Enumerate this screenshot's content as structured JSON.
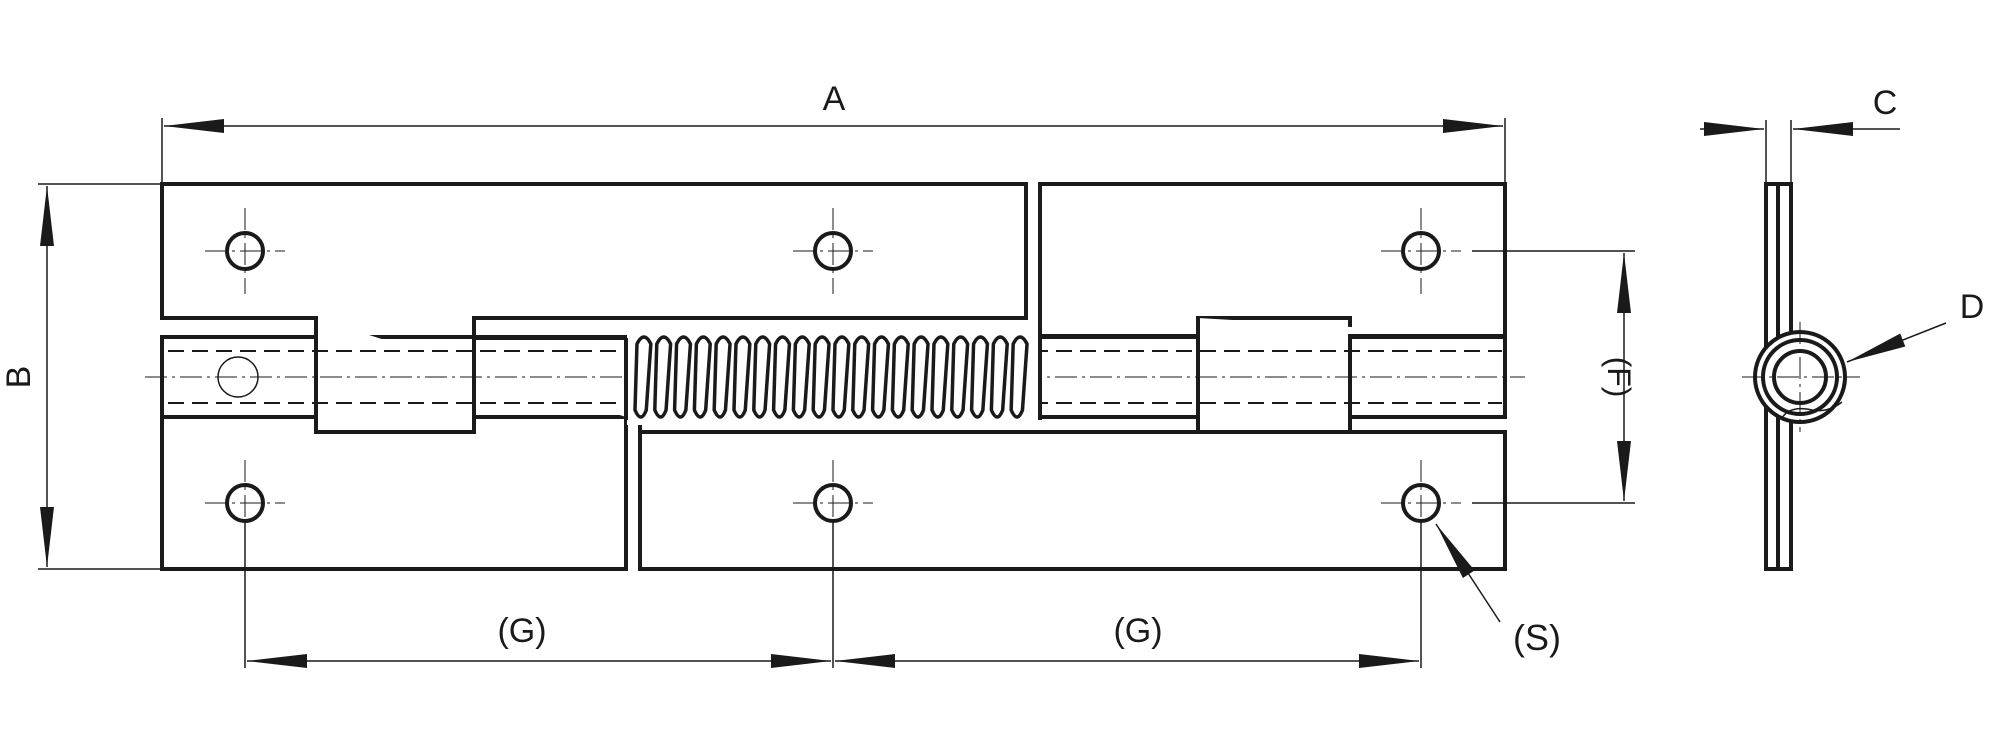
{
  "drawing": {
    "labels": {
      "a": "A",
      "b": "B",
      "c": "C",
      "d": "D",
      "f": "(F)",
      "g_left": "(G)",
      "g_right": "(G)",
      "s": "(S)"
    },
    "line_color": "#1a1a1a",
    "background": "#ffffff"
  }
}
